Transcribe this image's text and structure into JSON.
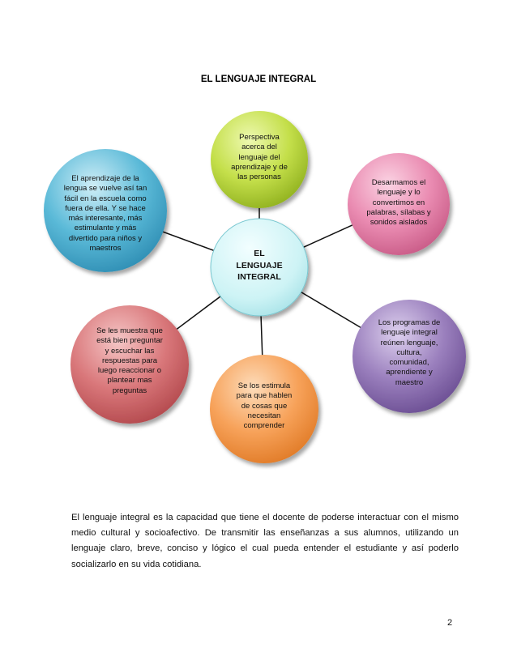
{
  "title": "EL LENGUAJE INTEGRAL",
  "diagram": {
    "center": "EL\nLENGUAJE\nINTEGRAL",
    "nodes": [
      {
        "id": "top",
        "text": "Perspectiva\nacerca del\nlenguaje del\naprendizaje y de\nlas personas",
        "color": "#b5d335"
      },
      {
        "id": "right-top",
        "text": "Desarmamos el\nlenguaje y lo\nconvertimos en\npalabras, sílabas y\nsonidos  aislados",
        "color": "#e07fa6"
      },
      {
        "id": "right-bottom",
        "text": "Los programas de\nlenguaje integral\nreúnen lenguaje,\ncultura,\ncomunidad,\naprendiente y\nmaestro",
        "color": "#8a6cab"
      },
      {
        "id": "bottom",
        "text": "Se los estimula\npara que hablen\nde cosas que\nnecesitan\ncomprender",
        "color": "#f5984a"
      },
      {
        "id": "left-bottom",
        "text": "Se les muestra que\nestá bien preguntar\ny escuchar las\nrespuestas para\nluego reaccionar o\nplantear mas\npreguntas",
        "color": "#d0686b"
      },
      {
        "id": "left-top",
        "text": "El aprendizaje de la\nlengua se vuelve así tan\nfácil en la escuela como\nfuera de ella. Y se hace\nmás interesante, más\nestimulante y más\ndivertido para niños y\nmaestros",
        "color": "#4fb0d0"
      }
    ],
    "center_color": "#c8f2f4"
  },
  "paragraph": "El lenguaje integral es la capacidad que tiene el docente de poderse interactuar con el mismo medio cultural y socioafectivo. De transmitir las enseñanzas a sus alumnos, utilizando un lenguaje claro, breve, conciso y  lógico el cual pueda entender el estudiante y así poderlo socializarlo en su vida cotidiana.",
  "page_number": "2"
}
